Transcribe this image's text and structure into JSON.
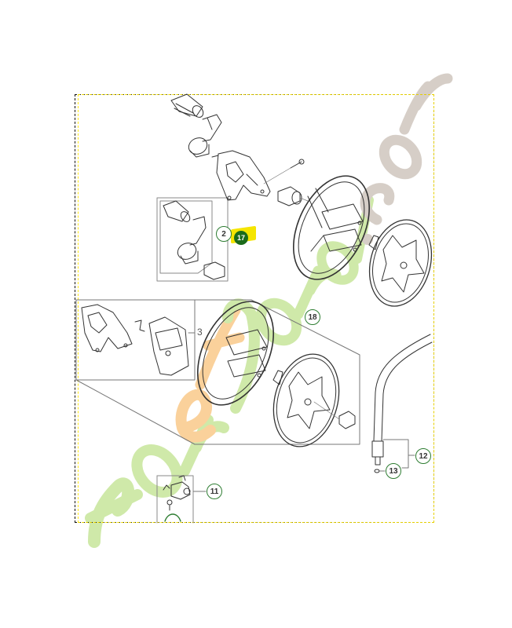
{
  "diagram": {
    "type": "exploded-parts-diagram",
    "subject": "Hose reel assembly",
    "frame_border_colors": [
      "#111111",
      "#ffe600"
    ],
    "callout_color": "#2e7d32",
    "selected_color": "#1b6b1b",
    "highlight_color": "#f5e500"
  },
  "callouts": [
    {
      "id": "2",
      "label": "2",
      "selected": false
    },
    {
      "id": "17",
      "label": "17",
      "selected": true
    },
    {
      "id": "18",
      "label": "18",
      "selected": false
    },
    {
      "id": "12",
      "label": "12",
      "selected": false
    },
    {
      "id": "13",
      "label": "13",
      "selected": false
    },
    {
      "id": "11",
      "label": "11",
      "selected": false
    }
  ],
  "plain_labels": [
    {
      "id": "3",
      "label": "3"
    }
  ],
  "parts": [
    "crank-handle-grip",
    "crank-arm",
    "reel-side-bracket",
    "screw",
    "hub-bushing",
    "reel-drum",
    "reel-end-disc",
    "nut",
    "hose",
    "hose-fitting",
    "o-ring",
    "swivel-connector"
  ],
  "watermark": {
    "text_main": "foretjardin",
    "text_suffix": ".com",
    "colors": [
      "#c7e59a",
      "#f9c98a",
      "#cfc6bd"
    ]
  }
}
